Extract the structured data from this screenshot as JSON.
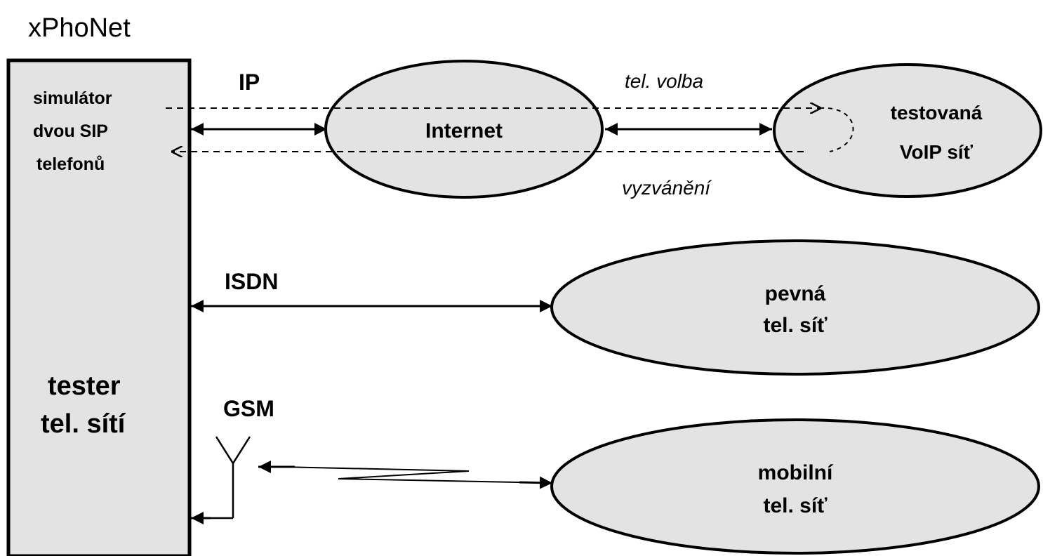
{
  "title": "xPhoNet",
  "tester_box": {
    "simulator_lines": [
      "simulátor",
      "dvou SIP",
      "telefonů"
    ],
    "tester_lines": [
      "tester",
      "tel. sítí"
    ]
  },
  "links": {
    "ip": "IP",
    "isdn": "ISDN",
    "gsm": "GSM",
    "dialing": "tel. volba",
    "ringing": "vyzvánění"
  },
  "networks": {
    "internet": [
      "Internet"
    ],
    "voip": [
      "testovaná",
      "VoIP síť"
    ],
    "fixed": [
      "pevná",
      "tel. síť"
    ],
    "mobile": [
      "mobilní",
      "tel. síť"
    ]
  },
  "colors": {
    "fill": "#e3e3e3",
    "stroke": "#000000"
  }
}
